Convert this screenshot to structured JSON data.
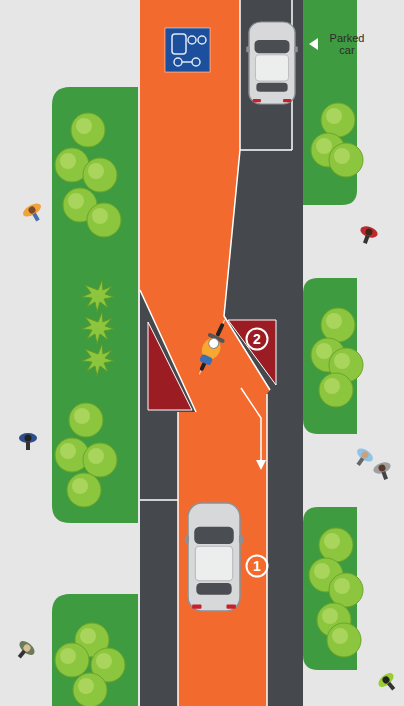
{
  "diagram": {
    "labels": [
      "Parked car",
      "1",
      "2"
    ]
  }
}
